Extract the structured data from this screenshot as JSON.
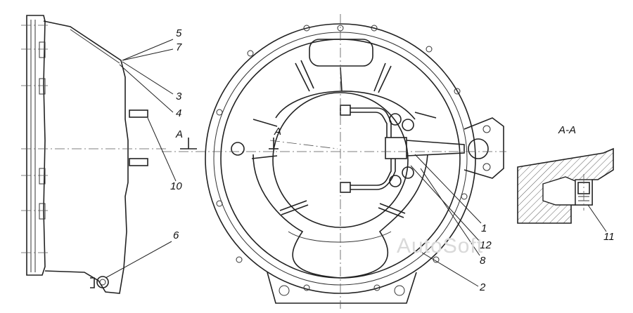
{
  "callouts": {
    "c1": "1",
    "c2": "2",
    "c3": "3",
    "c4": "4",
    "c5": "5",
    "c6": "6",
    "c7": "7",
    "c8": "8",
    "c10": "10",
    "c11": "11",
    "c12": "12"
  },
  "section": {
    "title": "A-A",
    "marker_left": "A",
    "marker_right": "A"
  },
  "watermark": "AutoSoft"
}
